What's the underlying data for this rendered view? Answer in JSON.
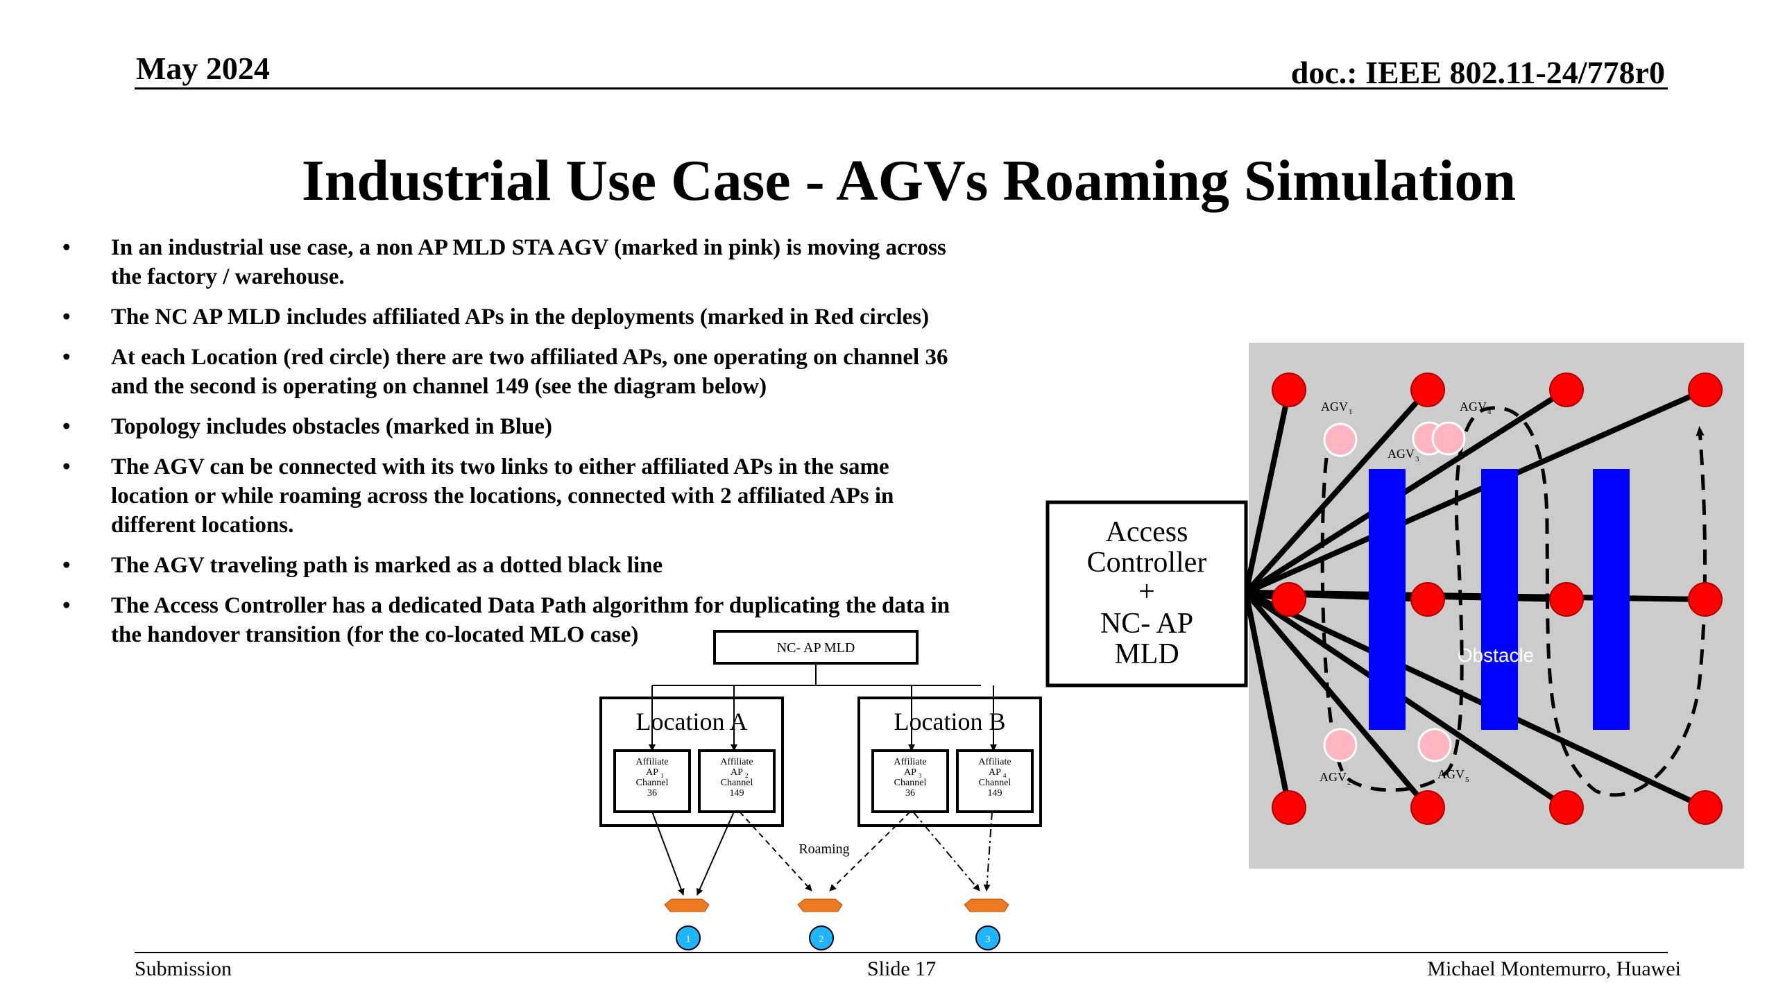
{
  "header": {
    "date": "May 2024",
    "doc": "doc.: IEEE 802.11-24/778r0"
  },
  "title": "Industrial Use Case - AGVs Roaming Simulation",
  "bullets": [
    {
      "marker": "•",
      "lines": [
        "In an industrial use case, a non AP MLD STA AGV (marked in pink) is moving across",
        "the factory / warehouse."
      ]
    },
    {
      "marker": "•",
      "lines": [
        "The NC AP MLD includes affiliated APs in the deployments (marked in Red circles)"
      ]
    },
    {
      "marker": "•",
      "lines": [
        "At each Location (red circle) there are two affiliated APs, one operating on channel 36",
        "and the second is operating on channel 149 (see the diagram below)"
      ]
    },
    {
      "marker": "•",
      "lines": [
        "Topology includes obstacles (marked in Blue)"
      ]
    },
    {
      "marker": "•",
      "lines": [
        "The AGV can be connected with its two links to either affiliated APs in the same",
        "location or while roaming across the locations, connected with 2 affiliated APs in",
        "different locations."
      ]
    },
    {
      "marker": "•",
      "lines": [
        "The AGV traveling path is marked as a dotted black line"
      ]
    },
    {
      "marker": "•",
      "lines": [
        "The Access Controller has a dedicated Data Path algorithm for duplicating the data in",
        "the handover transition (for the co-located MLO case)"
      ]
    }
  ],
  "small_diagram": {
    "root": "NC- AP MLD",
    "locations": [
      {
        "label": "Location A",
        "aps": [
          {
            "lines": [
              "Affiliate",
              "AP",
              "Channel",
              "36"
            ],
            "sub": "1"
          },
          {
            "lines": [
              "Affiliate",
              "AP",
              "Channel",
              "149"
            ],
            "sub": "2"
          }
        ]
      },
      {
        "label": "Location B",
        "aps": [
          {
            "lines": [
              "Affiliate",
              "AP",
              "Channel",
              "36"
            ],
            "sub": "3"
          },
          {
            "lines": [
              "Affiliate",
              "AP",
              "Channel",
              "149"
            ],
            "sub": "4"
          }
        ]
      }
    ],
    "roaming_label": "Roaming",
    "stations": [
      "1",
      "2",
      "3"
    ]
  },
  "topology": {
    "controller_lines": [
      "Access",
      "Controller",
      "+",
      "NC- AP",
      "MLD"
    ],
    "obstacle_label": "Obstacle",
    "agv_base": "AGV",
    "agv_labels": [
      {
        "base": "AGV",
        "sub": "1"
      },
      {
        "base": "AGV",
        "sub": "4"
      },
      {
        "base": "AGV",
        "sub": "3"
      },
      {
        "base": "AGV",
        "sub": "2"
      },
      {
        "base": "AGV",
        "sub": "5"
      }
    ],
    "colors": {
      "ap": "#ff0000",
      "agv": "#ffb6c1",
      "obstacle": "#0000ff",
      "background": "#cccccc"
    }
  },
  "footer": {
    "left": "Submission",
    "center": "Slide 17",
    "right": "Michael Montemurro, Huawei"
  }
}
